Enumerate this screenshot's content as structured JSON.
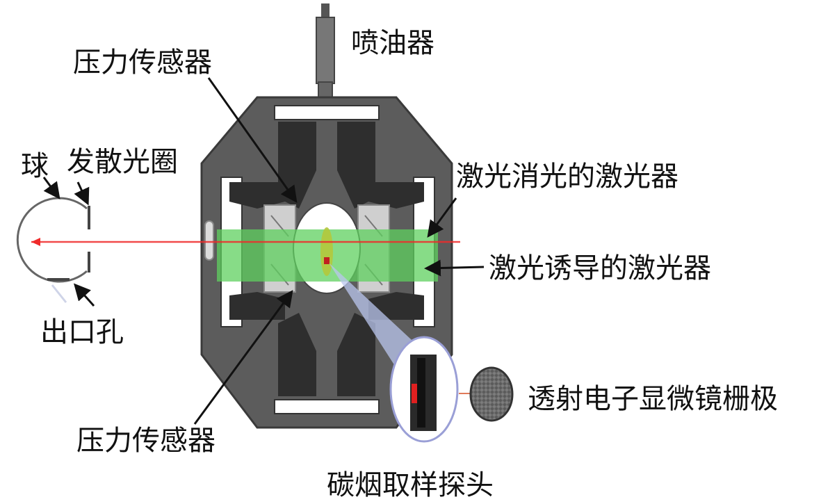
{
  "labels": {
    "injector": "喷油器",
    "pressure_sensor_top": "压力传感器",
    "pressure_sensor_bottom": "压力传感器",
    "ball": "球",
    "divergent_aperture": "发散光圈",
    "exit_hole": "出口孔",
    "extinction_laser": "激光消光的激光器",
    "induced_laser": "激光诱导的激光器",
    "tem_grid": "透射电子显微镜栅极",
    "soot_probe": "碳烟取样探头"
  },
  "colors": {
    "chamber_outer": "#5c5c5c",
    "chamber_inner": "#ffffff",
    "chamber_block": "#2e2e2e",
    "window": "#c9c9c9",
    "laser_sheet": "#5fd05f",
    "laser_beam": "#ef2b2b",
    "probe_cone": "#b9c6ee",
    "probe_outline": "#9a9fd6",
    "flame": "#b4c83c",
    "arrow": "#111111"
  }
}
